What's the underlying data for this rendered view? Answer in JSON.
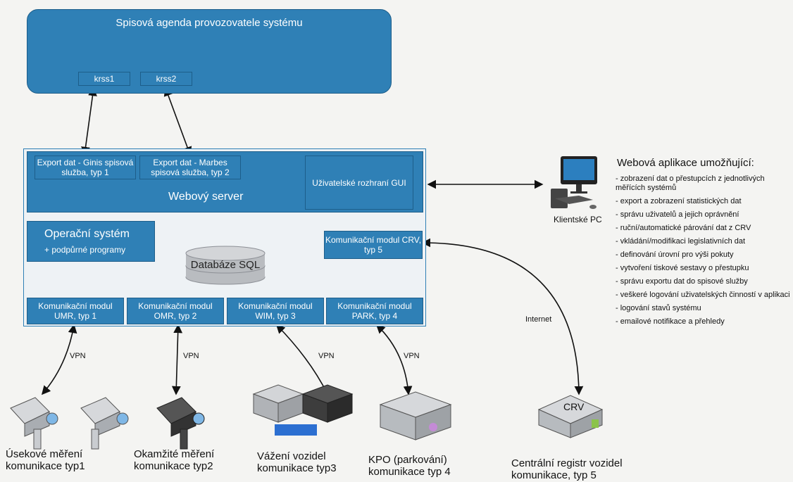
{
  "top_system": {
    "title": "Spisová agenda provozovatele systému",
    "krss1": "krss1",
    "krss2": "krss2"
  },
  "server": {
    "export1": "Export dat - Ginis spisová služba, typ 1",
    "export2": "Export dat - Marbes spisová služba, typ 2",
    "gui": "Uživatelské rozhraní GUI",
    "web_server": "Webový server",
    "os_title": "Operační systém",
    "os_sub": "+ podpůrné programy",
    "db": "Databáze SQL",
    "crv_module": "Komunikační modul CRV, typ 5",
    "modules": [
      "Komunikační modul UMR, typ 1",
      "Komunikační modul OMR, typ 2",
      "Komunikační modul WIM, typ 3",
      "Komunikační modul PARK, typ 4"
    ]
  },
  "connection_labels": {
    "vpn": "VPN",
    "internet": "Internet"
  },
  "client_pc": "Klientské PC",
  "crv_device": "CRV",
  "devices": [
    "Úsekové měření komunikace typ1",
    "Okamžité měření komunikace typ2",
    "Vážení vozidel komunikace typ3",
    "KPO (parkování) komunikace typ 4",
    "Centrální registr vozidel komunikace, typ 5"
  ],
  "web_app": {
    "title": "Webová aplikace umožňující:",
    "items": [
      "- zobrazení dat o přestupcích z jednotlivých měřících systémů",
      "- export a zobrazení statistických dat",
      "- správu uživatelů a jejich oprávnění",
      "- ruční/automatické párování dat z CRV",
      "- vkládání/modifikaci legislativních dat",
      "- definování úrovní pro výši pokuty",
      "- vytvoření tiskové sestavy o přestupku",
      "- správu exportu dat do spisové služby",
      "- veškeré logování uživatelských činností v aplikaci",
      "- logování stavů systému",
      "- emailové notifikace a přehledy"
    ]
  },
  "colors": {
    "box": "#2f80b6",
    "border": "#1d5e8a",
    "db": "#b9bcc0"
  }
}
